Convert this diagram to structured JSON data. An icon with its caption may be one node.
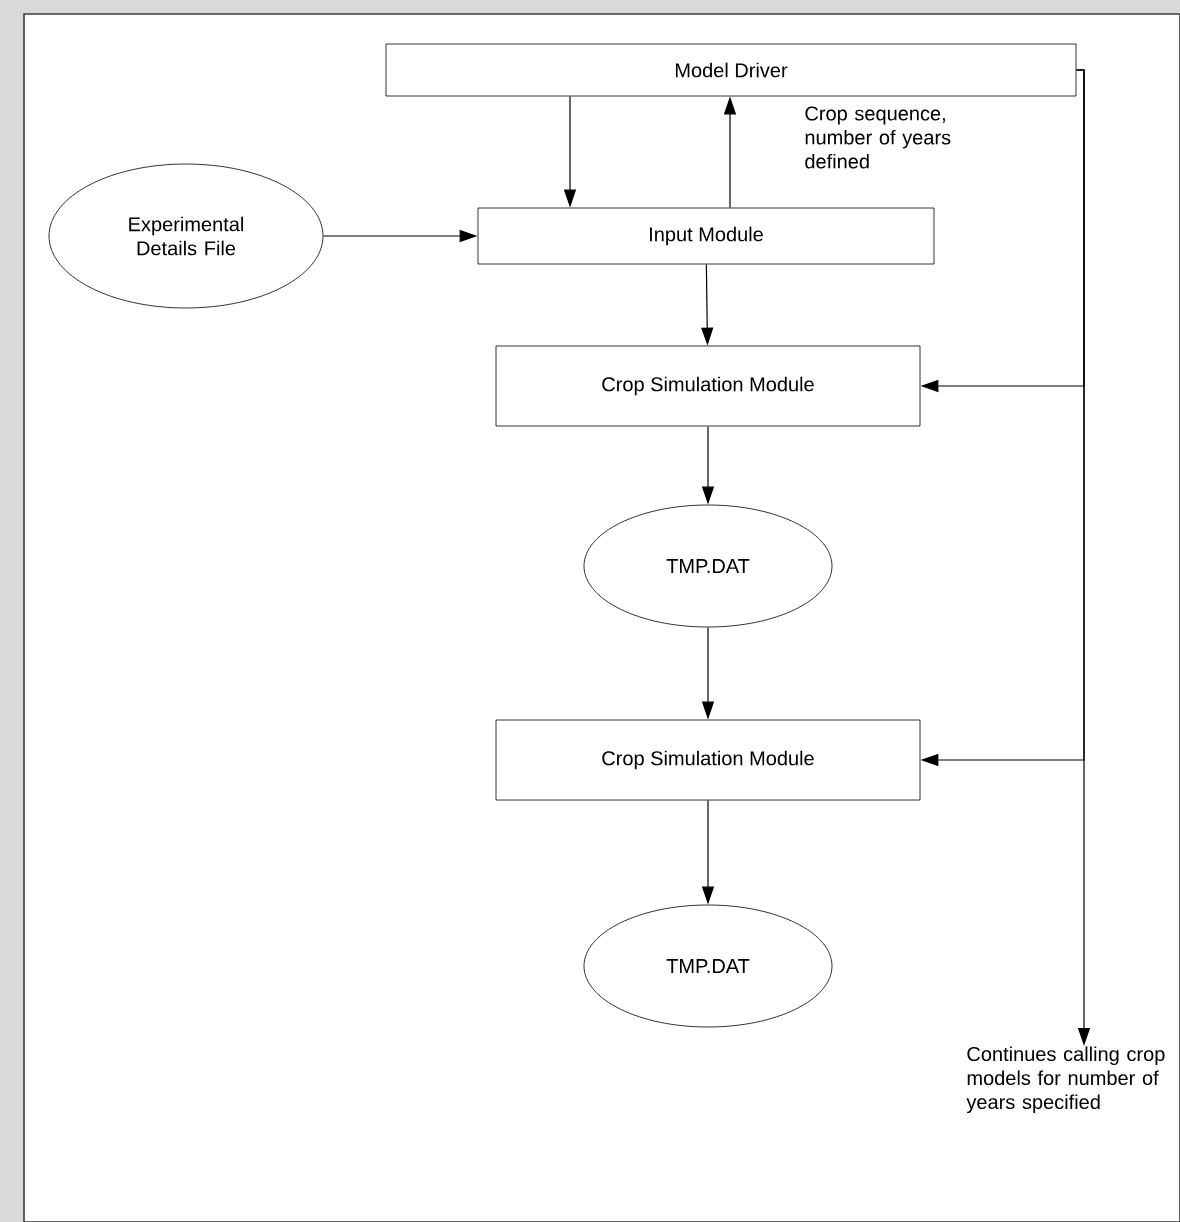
{
  "diagram": {
    "nodes": [
      {
        "text": [
          "Model Driver"
        ]
      },
      {
        "text": [
          "Experimental Details File"
        ]
      },
      {
        "text": [
          "Input Module"
        ]
      },
      {
        "text": [
          "Crop Simulation Module"
        ]
      },
      {
        "text": [
          "TMP.DAT"
        ]
      },
      {
        "text": [
          "Crop Simulation Module"
        ]
      },
      {
        "text": [
          "TMP.DAT"
        ]
      },
      {
        "text": [
          "Continues calling crop models for number of years specified"
        ]
      }
    ],
    "edges": [
      {
        "from": 0,
        "to": 2,
        "arrow": "to"
      },
      {
        "from": 2,
        "to": 0,
        "arrow": "to",
        "label": "Crop sequence, number of years defined"
      },
      {
        "from": 1,
        "to": 2,
        "arrow": "to"
      },
      {
        "from": 2,
        "to": 3,
        "arrow": "to"
      },
      {
        "from": 3,
        "to": 4,
        "arrow": "to"
      },
      {
        "from": 4,
        "to": 5,
        "arrow": "to"
      },
      {
        "from": 5,
        "to": 6,
        "arrow": "to"
      },
      {
        "from": 0,
        "to": 3,
        "arrow": "to"
      },
      {
        "from": 0,
        "to": 5,
        "arrow": "to"
      },
      {
        "from": 0,
        "to": 7,
        "arrow": "to"
      }
    ]
  }
}
